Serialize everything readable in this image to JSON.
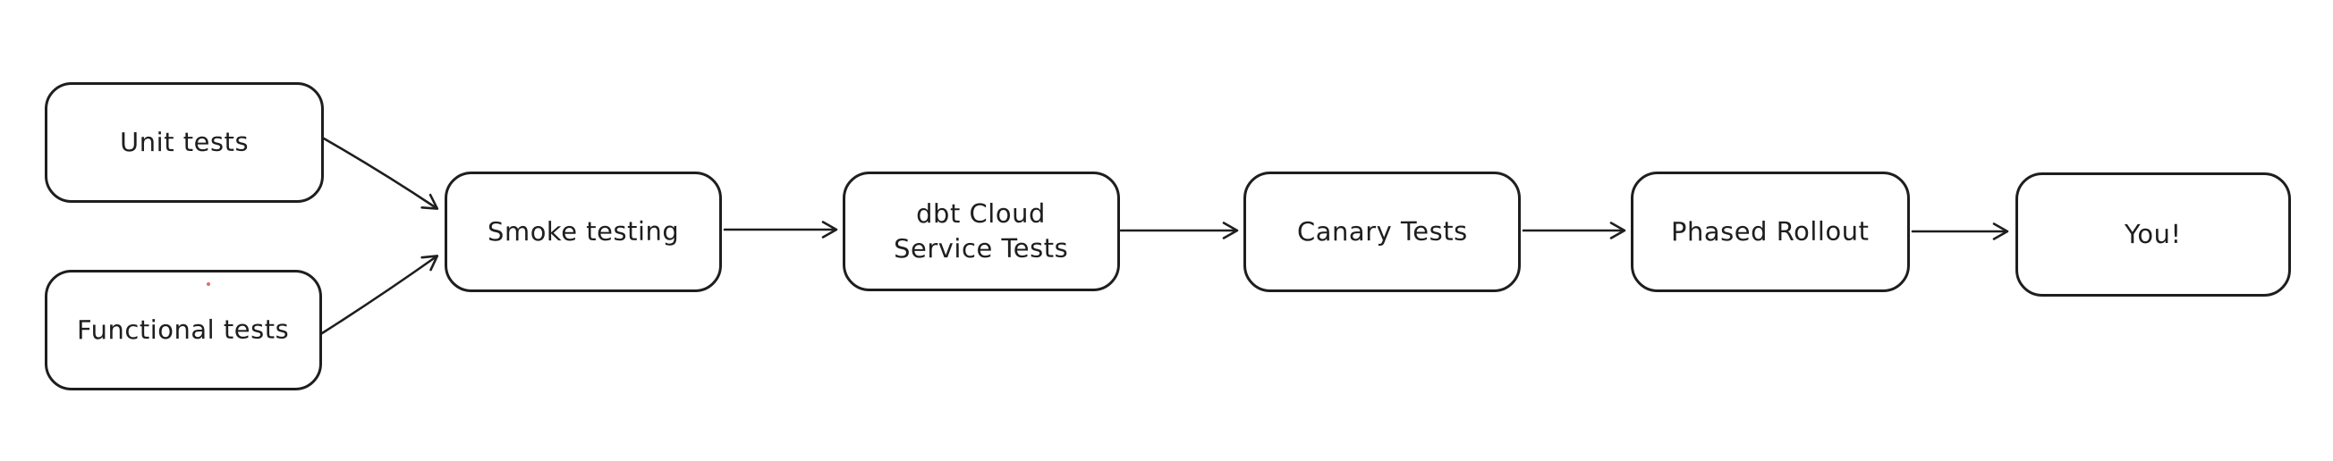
{
  "diagram": {
    "type": "flowchart",
    "style": "hand-drawn",
    "orientation": "left-to-right",
    "stroke_color": "#1e1e1e",
    "background_color": "#ffffff",
    "nodes": [
      {
        "id": "unit-tests",
        "label": "Unit tests"
      },
      {
        "id": "functional-tests",
        "label": "Functional tests"
      },
      {
        "id": "smoke-testing",
        "label": "Smoke testing"
      },
      {
        "id": "dbt-cloud-service-tests",
        "label": "dbt Cloud\nService Tests"
      },
      {
        "id": "canary-tests",
        "label": "Canary Tests"
      },
      {
        "id": "phased-rollout",
        "label": "Phased Rollout"
      },
      {
        "id": "you",
        "label": "You!"
      }
    ],
    "edges": [
      {
        "from": "unit-tests",
        "to": "smoke-testing"
      },
      {
        "from": "functional-tests",
        "to": "smoke-testing"
      },
      {
        "from": "smoke-testing",
        "to": "dbt-cloud-service-tests"
      },
      {
        "from": "dbt-cloud-service-tests",
        "to": "canary-tests"
      },
      {
        "from": "canary-tests",
        "to": "phased-rollout"
      },
      {
        "from": "phased-rollout",
        "to": "you"
      }
    ],
    "artifact": {
      "description": "tiny stray red dot",
      "color": "#d9544f"
    }
  }
}
